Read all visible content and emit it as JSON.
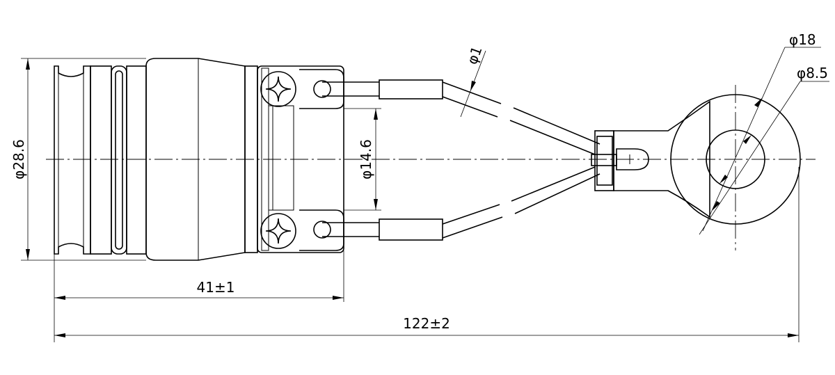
{
  "drawing": {
    "dimensions": {
      "overall_length": "122±2",
      "connector_length": "41±1",
      "connector_diameter": "φ28.6",
      "flange_spacing": "φ14.6",
      "wire_diameter": "φ1",
      "ring_outer_diameter": "φ18",
      "ring_inner_diameter": "φ8.5"
    }
  }
}
